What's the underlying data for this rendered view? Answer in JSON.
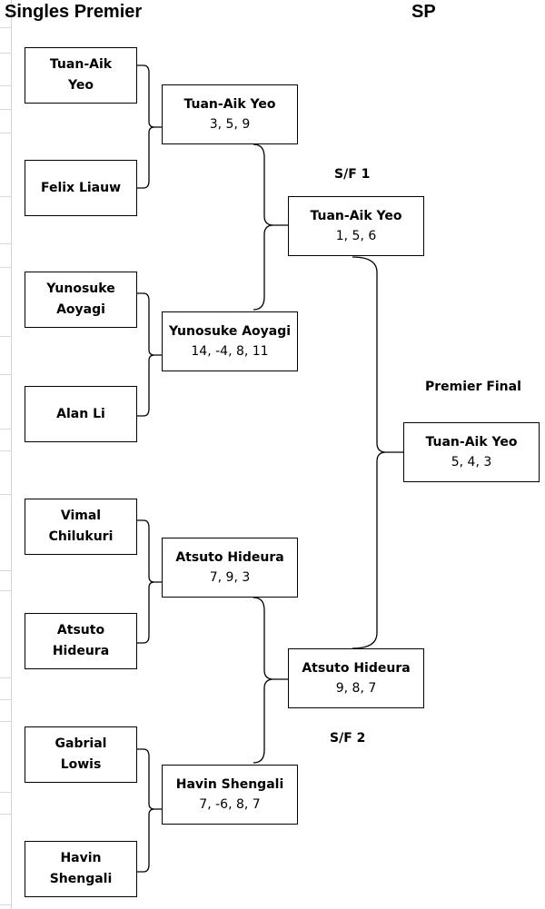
{
  "header": {
    "title": "Singles Premier",
    "code": "SP"
  },
  "round1": [
    {
      "line1": "Tuan-Aik",
      "line2": "Yeo"
    },
    {
      "line1": "Felix Liauw",
      "line2": ""
    },
    {
      "line1": "Yunosuke",
      "line2": "Aoyagi"
    },
    {
      "line1": "Alan Li",
      "line2": ""
    },
    {
      "line1": "Vimal",
      "line2": "Chilukuri"
    },
    {
      "line1": "Atsuto",
      "line2": "Hideura"
    },
    {
      "line1": "Gabrial",
      "line2": "Lowis"
    },
    {
      "line1": "Havin",
      "line2": "Shengali"
    }
  ],
  "quarterfinals": [
    {
      "name": "Tuan-Aik Yeo",
      "scores": "3, 5, 9"
    },
    {
      "name": "Yunosuke Aoyagi",
      "scores": "14, -4, 8, 11"
    },
    {
      "name": "Atsuto Hideura",
      "scores": "7, 9, 3"
    },
    {
      "name": "Havin Shengali",
      "scores": "7, -6, 8, 7"
    }
  ],
  "semifinals": [
    {
      "label": "S/F 1",
      "name": "Tuan-Aik Yeo",
      "scores": "1, 5, 6"
    },
    {
      "label": "S/F 2",
      "name": "Atsuto Hideura",
      "scores": "9, 8, 7"
    }
  ],
  "final": {
    "label": "Premier Final",
    "name": "Tuan-Aik Yeo",
    "scores": "5, 4, 3"
  }
}
